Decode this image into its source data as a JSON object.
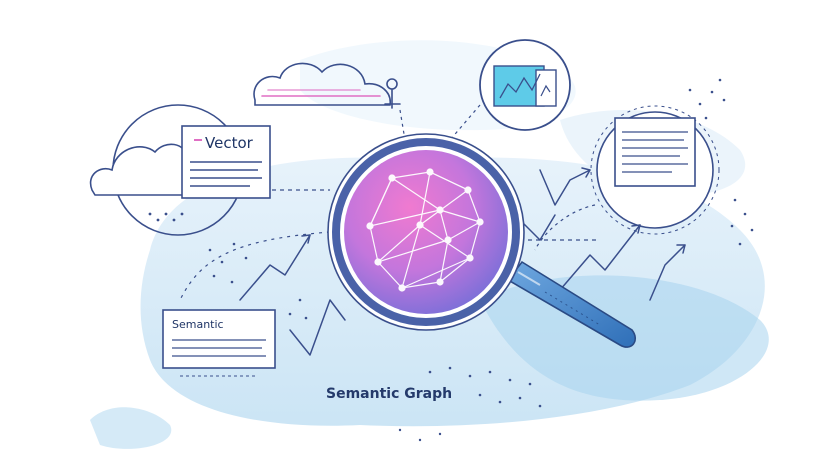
{
  "labels": {
    "vector_card": "Vector",
    "semantic_card": "Semantic",
    "caption": "Semantic Graph"
  },
  "icons": [
    "cloud-icon",
    "document-icon",
    "magnifying-glass-icon",
    "network-graph-icon",
    "chart-icon",
    "arrow-icon"
  ],
  "colors": {
    "outline": "#3a4f8c",
    "wash": "#cfe6f5",
    "accent_pink": "#e06fc4",
    "accent_violet": "#8b6fd6",
    "accent_cyan": "#5ecbe8",
    "handle": "#4a86c8"
  }
}
